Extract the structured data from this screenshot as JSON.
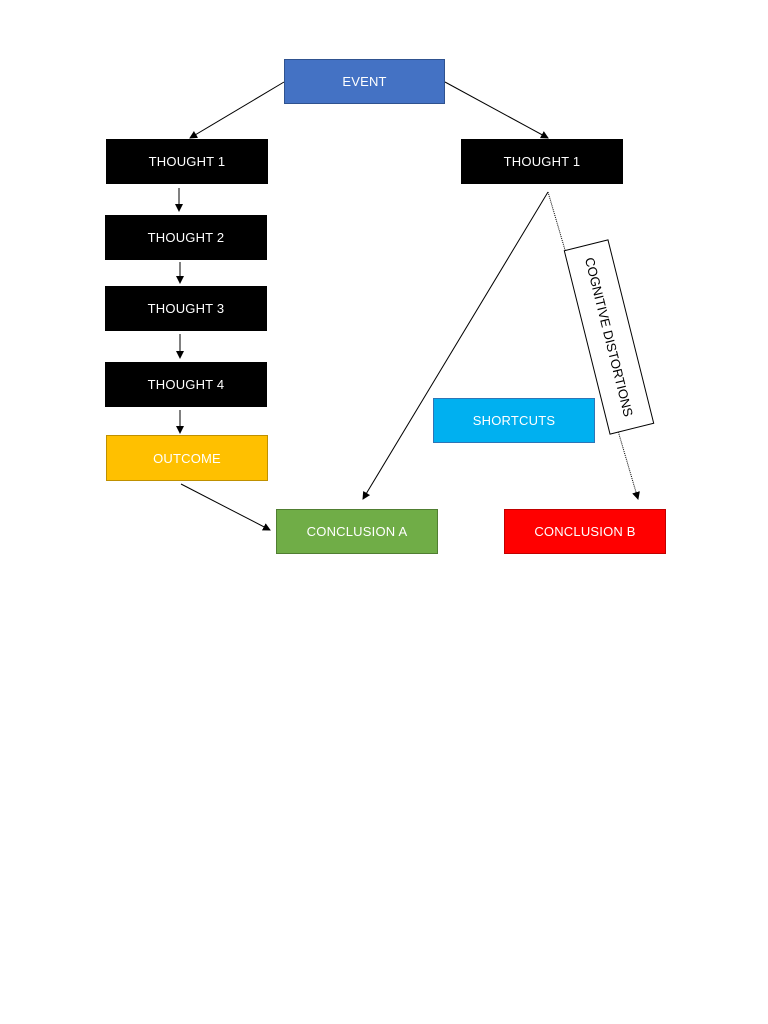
{
  "diagram": {
    "nodes": {
      "event": "EVENT",
      "thought_left_1": "THOUGHT 1",
      "thought_right_1": "THOUGHT 1",
      "thought_2": "THOUGHT 2",
      "thought_3": "THOUGHT 3",
      "thought_4": "THOUGHT 4",
      "outcome": "OUTCOME",
      "conclusion_a": "CONCLUSION A",
      "conclusion_b": "CONCLUSION B",
      "shortcuts": "SHORTCUTS",
      "cognitive_distortions": "COGNITIVE DISTORTIONS"
    },
    "connections": [
      {
        "from": "event",
        "to": "thought_left_1"
      },
      {
        "from": "event",
        "to": "thought_right_1"
      },
      {
        "from": "thought_left_1",
        "to": "thought_2"
      },
      {
        "from": "thought_2",
        "to": "thought_3"
      },
      {
        "from": "thought_3",
        "to": "thought_4"
      },
      {
        "from": "thought_4",
        "to": "outcome"
      },
      {
        "from": "outcome",
        "to": "conclusion_a"
      },
      {
        "from": "thought_right_1",
        "to": "conclusion_a"
      },
      {
        "from": "thought_right_1",
        "to": "conclusion_b"
      }
    ],
    "colors": {
      "event": "#4472c4",
      "thought": "#000000",
      "outcome": "#ffc000",
      "conclusion_a": "#70ad47",
      "conclusion_b": "#ff0000",
      "shortcuts": "#00b0f0"
    }
  }
}
